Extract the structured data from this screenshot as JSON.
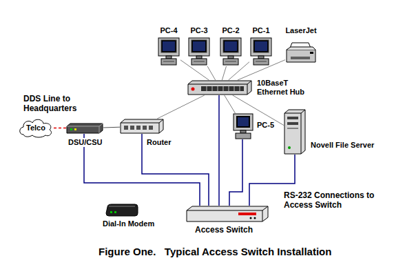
{
  "diagram": {
    "caption": "Figure One.   Typical Access Switch Installation",
    "nodes": [
      {
        "text": [
          "PC-4"
        ]
      },
      {
        "text": [
          "PC-3"
        ]
      },
      {
        "text": [
          "PC-2"
        ]
      },
      {
        "text": [
          "PC-1"
        ]
      },
      {
        "text": [
          "LaserJet"
        ]
      },
      {
        "text": [
          "10BaseT Ethernet Hub"
        ]
      },
      {
        "text": [
          "Telco"
        ]
      },
      {
        "text": [
          "DSU/CSU"
        ]
      },
      {
        "text": [
          "Router"
        ]
      },
      {
        "text": [
          "PC-5"
        ]
      },
      {
        "text": [
          "Novell File Server"
        ]
      },
      {
        "text": [
          "Dial-In Modem"
        ]
      },
      {
        "text": [
          "Access Switch"
        ]
      }
    ],
    "edges": [
      {
        "from": 5,
        "to": 0,
        "arrow": "none"
      },
      {
        "from": 5,
        "to": 1,
        "arrow": "none"
      },
      {
        "from": 5,
        "to": 2,
        "arrow": "none"
      },
      {
        "from": 5,
        "to": 3,
        "arrow": "none"
      },
      {
        "from": 5,
        "to": 4,
        "arrow": "none"
      },
      {
        "from": 5,
        "to": 8,
        "arrow": "none"
      },
      {
        "from": 5,
        "to": 9,
        "arrow": "none"
      },
      {
        "from": 5,
        "to": 10,
        "arrow": "none"
      },
      {
        "from": 6,
        "to": 7,
        "arrow": "none"
      },
      {
        "from": 7,
        "to": 8,
        "arrow": "none"
      },
      {
        "from": 7,
        "to": 12,
        "arrow": "none"
      },
      {
        "from": 8,
        "to": 12,
        "arrow": "none"
      },
      {
        "from": 5,
        "to": 12,
        "arrow": "none"
      },
      {
        "from": 9,
        "to": 12,
        "arrow": "none"
      },
      {
        "from": 10,
        "to": 12,
        "arrow": "none"
      }
    ],
    "labels": [
      "DDS Line to Headquarters",
      "RS-232 Connections to Access Switch"
    ]
  }
}
